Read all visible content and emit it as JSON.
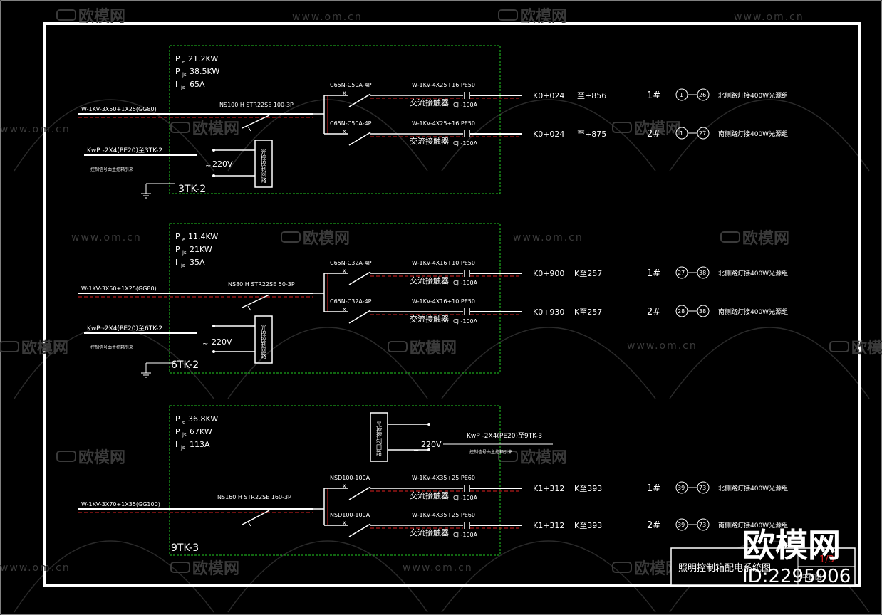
{
  "watermark": {
    "brand": "欧模网",
    "url": "www.om.cn"
  },
  "logo": {
    "brand": "欧模网",
    "id_text": "ID:2295906"
  },
  "title_block": {
    "title": "照明控制箱配电系统图",
    "sheet_no": "1/3",
    "sub": "平面图"
  },
  "panels": [
    {
      "id": "3TK-2",
      "pe": "21.2KW",
      "pj": "38.5KW",
      "ij": "65A",
      "feeder": "W-1KV-3X50+1X25(GG80)",
      "main_breaker": "NS100 H STR22SE 100-3P",
      "control_cable": "KwP -2X4(PE20)至3TK-2",
      "control_note": "控制信号由主控箱引来",
      "voltage": "220V",
      "control_box_text": "光控控制回路",
      "circuits": [
        {
          "breaker": "C65N-C50A-4P",
          "cable": "W-1KV-4X25+16  PE50",
          "contactor": "交流接触器",
          "cj": "CJ -100A",
          "km": "K0+024",
          "pole": "至+856",
          "no": "1#",
          "range_start": "1",
          "range_end": "26",
          "desc": "北侧路灯接400W光源组"
        },
        {
          "breaker": "C65N-C50A-4P",
          "cable": "W-1KV-4X25+16  PE50",
          "contactor": "交流接触器",
          "cj": "CJ -100A",
          "km": "K0+024",
          "pole": "至+875",
          "no": "2#",
          "range_start": "1",
          "range_end": "27",
          "desc": "南侧路灯接400W光源组"
        }
      ]
    },
    {
      "id": "6TK-2",
      "pe": "11.4KW",
      "pj": "21KW",
      "ij": "35A",
      "feeder": "W-1KV-3X50+1X25(GG80)",
      "main_breaker": "NS80 H STR22SE 50-3P",
      "control_cable": "KwP -2X4(PE20)至6TK-2",
      "control_note": "控制信号由主控箱引来",
      "voltage": "220V",
      "control_box_text": "光控控制回路",
      "circuits": [
        {
          "breaker": "C65N-C32A-4P",
          "cable": "W-1KV-4X16+10  PE50",
          "contactor": "交流接触器",
          "cj": "CJ -100A",
          "km": "K0+900",
          "pole": "K至257",
          "no": "1#",
          "range_start": "27",
          "range_end": "38",
          "desc": "北侧路灯接400W光源组"
        },
        {
          "breaker": "C65N-C32A-4P",
          "cable": "W-1KV-4X16+10  PE50",
          "contactor": "交流接触器",
          "cj": "CJ -100A",
          "km": "K0+930",
          "pole": "K至257",
          "no": "2#",
          "range_start": "28",
          "range_end": "38",
          "desc": "南侧路灯接400W光源组"
        }
      ]
    },
    {
      "id": "9TK-3",
      "pe": "36.8KW",
      "pj": "67KW",
      "ij": "113A",
      "feeder": "W-1KV-3X70+1X35(GG100)",
      "main_breaker": "NS160 H STR22SE 160-3P",
      "control_cable": "KwP -2X4(PE20)至9TK-3",
      "control_note": "控制信号由主控箱引来",
      "voltage": "220V",
      "control_box_text": "光控控制回路",
      "circuits": [
        {
          "breaker": "NSD100-100A",
          "cable": "W-1KV-4X35+25  PE60",
          "contactor": "交流接触器",
          "cj": "CJ -100A",
          "km": "K1+312",
          "pole": "K至393",
          "no": "1#",
          "range_start": "39",
          "range_end": "73",
          "desc": "北侧路灯接400W光源组"
        },
        {
          "breaker": "NSD100-100A",
          "cable": "W-1KV-4X35+25  PE60",
          "contactor": "交流接触器",
          "cj": "CJ -100A",
          "km": "K1+312",
          "pole": "K至393",
          "no": "2#",
          "range_start": "39",
          "range_end": "73",
          "desc": "南侧路灯接400W光源组"
        }
      ]
    }
  ],
  "colors": {
    "background": "#000000",
    "border": "#ffffff",
    "panel_outline": "#22cc22",
    "red_line": "#e02020",
    "text": "#ffffff",
    "watermark": "#3a3a3a"
  }
}
